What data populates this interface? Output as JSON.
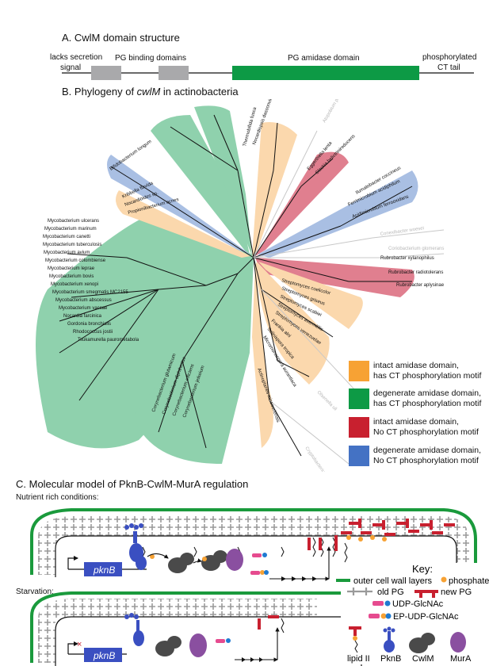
{
  "panelA": {
    "title": "A. CwlM domain structure",
    "labels": {
      "lacks_secretion": "lacks secretion",
      "signal": "signal",
      "pg_binding": "PG binding domains",
      "pg_amidase": "PG amidase domain",
      "phosphorylated": "phosphorylated",
      "ct_tail": "CT tail"
    },
    "colors": {
      "binding": "#a9a9ab",
      "amidase": "#0d9a45"
    }
  },
  "panelB": {
    "title_prefix": "B. Phylogeny of ",
    "title_gene": "cwlM",
    "title_suffix": " in actinobacteria",
    "legend": [
      {
        "color": "#f7a234",
        "line1": "intact amidase domain,",
        "line2": "has CT phosphorylation motif"
      },
      {
        "color": "#0d9a45",
        "line1": "degenerate amidase domain,",
        "line2": "has CT phosphorylation motif"
      },
      {
        "color": "#c8202f",
        "line1": "intact amidase domain,",
        "line2": "No CT phosphorylation motif"
      },
      {
        "color": "#4472c4",
        "line1": "degenerate amidase domain,",
        "line2": "No CT phosphorylation motif"
      }
    ],
    "clade_colors": {
      "orange": "#fbd8ad",
      "green": "#8fd1ad",
      "red": "#e07f8f",
      "blue": "#a9bfe3"
    },
    "species_green": [
      "Mycobacterium ulcerans",
      "Mycobacterium marinum",
      "Mycobacterium canetti",
      "Mycobacterium tuberculosis",
      "Mycobacterium avium",
      "Mycobacterium colombiense",
      "Mycobacterium leprae",
      "Mycobacterium bovis",
      "Mycobacterium xenopi",
      "Mycobacterium smegmatis MC2155",
      "Mycobacterium abscessus",
      "Mycobacterium vaccae",
      "Nocardia farcinica",
      "Gordonia bronchialis",
      "Rhodococcus jostii",
      "Tsukamurella paurometabola",
      "Corynebacterium glutamicum",
      "Corynebacterium diphtheriae",
      "Corynebacterium efficiens",
      "Corynebacterium jeikeium"
    ],
    "species_orange": [
      "Streptomyces coelicolor",
      "Streptomyces griseus",
      "Streptomyces scabiei",
      "Streptomyces avermitilis",
      "Streptomyces venezuelae",
      "Frankia alni",
      "Salinispora tropica",
      "Micromonospora aurantiaca",
      "Actinoplanes missouriensis",
      "Thermobifida fusca",
      "Nocardiopsis dassonvillei",
      "Kribbella flavida",
      "Nocardioides sp.",
      "Propionibacterium acnes"
    ],
    "species_red": [
      "Rubrobacter xylanophilus",
      "Rubrobacter radiotolerans",
      "Rubrobacter aplysinae",
      "Eggerthella lenta",
      "Slackia heliotrinireducens"
    ],
    "species_blue": [
      "Ferrimicrobium acidiphilum",
      "Acidimicrobium ferrooxidans",
      "Ilumatobacter coccineus",
      "Bifidobacterium longum"
    ],
    "species_grey": [
      "Conexibacter woesei",
      "Coriobacterium glomerans",
      "Olsenella uli",
      "Atopobium parvulum",
      "Cryptobacterium curtum"
    ]
  },
  "panelC": {
    "title": "C. Molecular model of PknB-CwlM-MurA regulation",
    "nutrient_label": "Nutrient rich conditions:",
    "starvation_label": "Starvation:",
    "gene_label": "pknB",
    "key": {
      "title": "Key:",
      "outer": "outer cell wall layers",
      "phosphate": "phosphate",
      "old_pg": "old PG",
      "new_pg": "new PG",
      "udp": "UDP-GlcNAc",
      "ep_udp": "EP-UDP-GlcNAc",
      "lipid": "lipid II",
      "pknb": "PknB",
      "cwlm": "CwlM",
      "mura": "MurA"
    },
    "colors": {
      "outer": "#1a9a3c",
      "phosphate": "#f7a234",
      "pknb": "#3a4fc1",
      "cwlm": "#4a4a4a",
      "mura": "#8a4fa0",
      "new_pg": "#c8202f",
      "old_pg": "#9a9a9a",
      "udp_pink": "#e64b8f",
      "udp_blue": "#1f7ad1"
    }
  }
}
